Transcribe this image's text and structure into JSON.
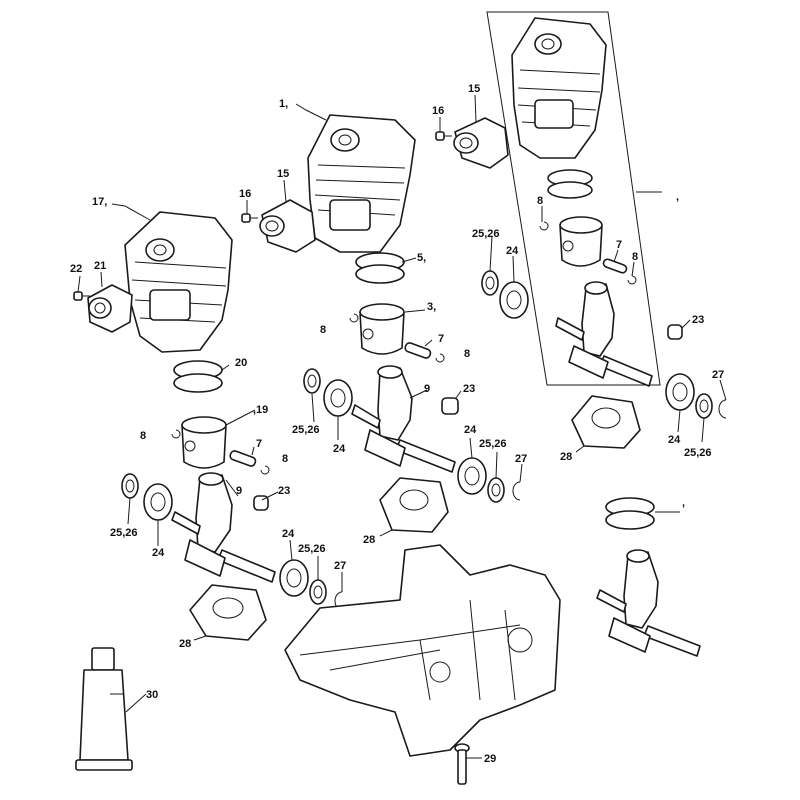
{
  "callouts": [
    {
      "id": "c1",
      "text": "1,"
    },
    {
      "id": "c15a",
      "text": "15"
    },
    {
      "id": "c16a",
      "text": "16"
    },
    {
      "id": "c15b",
      "text": "15"
    },
    {
      "id": "c16b",
      "text": "16"
    },
    {
      "id": "c17",
      "text": "17,"
    },
    {
      "id": "c22",
      "text": "22"
    },
    {
      "id": "c21",
      "text": "21"
    },
    {
      "id": "c5",
      "text": "5,"
    },
    {
      "id": "c3",
      "text": "3,"
    },
    {
      "id": "c8a",
      "text": "8"
    },
    {
      "id": "c7a",
      "text": "7"
    },
    {
      "id": "c8b",
      "text": "8"
    },
    {
      "id": "c20",
      "text": "20"
    },
    {
      "id": "c19",
      "text": ",19"
    },
    {
      "id": "c8c",
      "text": "8"
    },
    {
      "id": "c7b",
      "text": "7"
    },
    {
      "id": "c8d",
      "text": "8"
    },
    {
      "id": "c9a",
      "text": "9"
    },
    {
      "id": "c23a",
      "text": "23"
    },
    {
      "id": "c2526a",
      "text": "25,26"
    },
    {
      "id": "c24a",
      "text": "24"
    },
    {
      "id": "c24b",
      "text": "24"
    },
    {
      "id": "c2526b",
      "text": "25,26"
    },
    {
      "id": "c27a",
      "text": "27"
    },
    {
      "id": "c28a",
      "text": "28"
    },
    {
      "id": "c9b",
      "text": "9"
    },
    {
      "id": "c23b",
      "text": "23"
    },
    {
      "id": "c2526c",
      "text": "25,26"
    },
    {
      "id": "c24c",
      "text": "24"
    },
    {
      "id": "c24d",
      "text": "24"
    },
    {
      "id": "c2526d",
      "text": "25,26"
    },
    {
      "id": "c27b",
      "text": "27"
    },
    {
      "id": "c28b",
      "text": "28"
    },
    {
      "id": "c2526e",
      "text": "25,26"
    },
    {
      "id": "c24e",
      "text": "24"
    },
    {
      "id": "c8e",
      "text": "8"
    },
    {
      "id": "c7c",
      "text": "7"
    },
    {
      "id": "c8f",
      "text": "8"
    },
    {
      "id": "c23c",
      "text": "23"
    },
    {
      "id": "c27c",
      "text": "27"
    },
    {
      "id": "c24f",
      "text": "24"
    },
    {
      "id": "c2526f",
      "text": "25,26"
    },
    {
      "id": "c28c",
      "text": "28"
    },
    {
      "id": "c30",
      "text": "30"
    },
    {
      "id": "c29",
      "text": "29"
    },
    {
      "id": "cframe",
      "text": ","
    },
    {
      "id": "cring",
      "text": ","
    }
  ]
}
